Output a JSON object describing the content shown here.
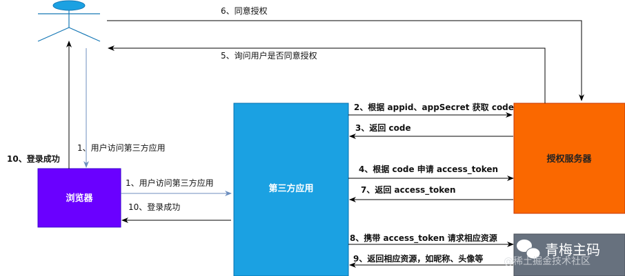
{
  "colors": {
    "browser": "#6a00ff",
    "third_party": "#1ba1e2",
    "auth_server": "#fa6800",
    "user": "#1ba1e2",
    "blue_arrow": "#6c8ebf",
    "watermark_bg": "#5b6674"
  },
  "nodes": {
    "user": {
      "icon": "person-actor-icon"
    },
    "browser": {
      "label": "浏览器"
    },
    "third_party": {
      "label": "第三方应用"
    },
    "auth_server": {
      "label": "授权服务器"
    }
  },
  "arrows": {
    "a1_user": "1、用户访问第三方应用",
    "a10_user": "10、登录成功",
    "a1_browser": "1、用户访问第三方应用",
    "a10_browser": "10、登录成功",
    "a2": "2、根据 appid、appSecret 获取 code",
    "a3": "3、返回 code",
    "a4": "4、根据 code 申请 access_token",
    "a5": "5、询问用户是否同意授权",
    "a6": "6、同意授权",
    "a7": "7、返回 access_token",
    "a8": "8、携带 access_token 请求相应资源",
    "a9": "9、返回相应资源，如昵称、头像等"
  },
  "watermark": {
    "title": "青梅主码",
    "subtitle": "@稀土掘金技术社区",
    "icon": "wechat-icon"
  }
}
